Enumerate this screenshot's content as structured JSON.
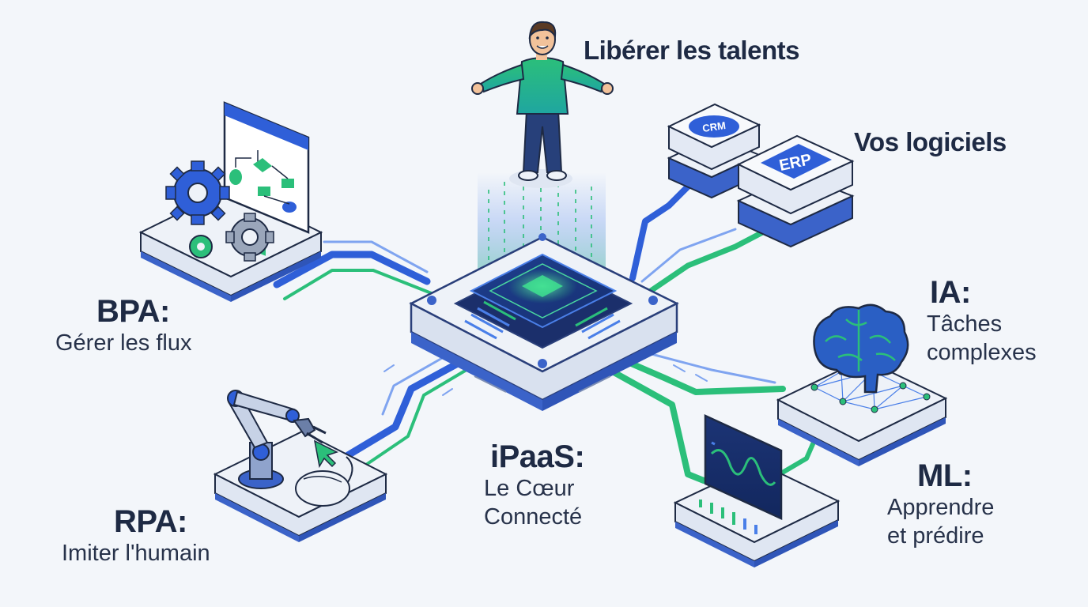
{
  "labels": {
    "talents": {
      "title": "Libérer les talents"
    },
    "logiciels": {
      "title": "Vos logiciels"
    },
    "bpa": {
      "title": "BPA:",
      "subtitle": "Gérer les flux"
    },
    "rpa": {
      "title": "RPA:",
      "subtitle": "Imiter l'humain"
    },
    "ipaas": {
      "title": "iPaaS:",
      "line1": "Le Cœur",
      "line2": "Connecté"
    },
    "ia": {
      "title": "IA:",
      "line1": "Tâches",
      "line2": "complexes"
    },
    "ml": {
      "title": "ML:",
      "line1": "Apprendre",
      "line2": "et prédire"
    }
  },
  "servers": {
    "crm": "CRM",
    "erp": "ERP"
  },
  "icons": {
    "person": "person-icon",
    "workflow": "workflow-window-icon",
    "gears": "gears-icon",
    "robot_arm": "robot-arm-icon",
    "mouse": "mouse-icon",
    "cursor": "cursor-icon",
    "brain": "brain-icon",
    "neural_net": "neural-network-icon",
    "monitor": "monitor-chart-icon",
    "chip": "chip-icon",
    "server": "server-icon"
  },
  "colors": {
    "blue": "#2f5fd8",
    "green": "#2bbf7a",
    "navy": "#1e2a44",
    "platform": "#eef2f8"
  }
}
